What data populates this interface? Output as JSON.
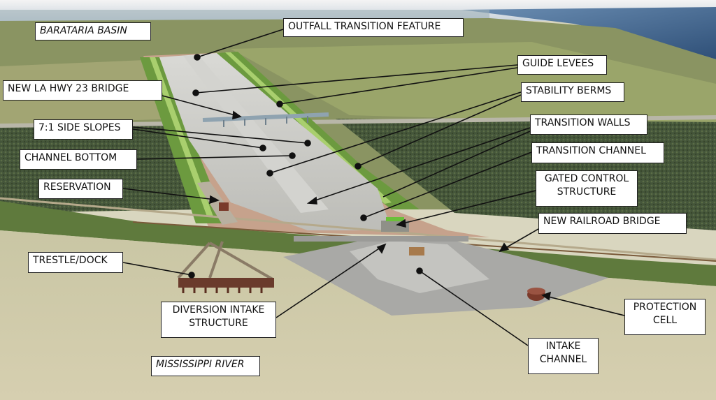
{
  "title": "",
  "colors": {
    "sky": "#7f93a8",
    "sea": "#3d5f86",
    "field_green": "#7f9052",
    "trees_dark": "#3e4e30",
    "channel_gray": "#c7c7c2",
    "levee_green": "#6f9a3e",
    "berm_pink": "#c9a08c",
    "river_sand": "#cfc9a9",
    "leader": "#111111"
  },
  "labels": {
    "barataria_basin": "BARATARIA BASIN",
    "outfall_transition_feature": "OUTFALL TRANSITION FEATURE",
    "guide_levees": "GUIDE LEVEES",
    "stability_berms": "STABILITY BERMS",
    "new_la_hwy_23_bridge": "NEW LA HWY 23 BRIDGE",
    "side_slopes": "7:1 SIDE SLOPES",
    "channel_bottom": "CHANNEL BOTTOM",
    "transition_walls": "TRANSITION WALLS",
    "transition_channel": "TRANSITION CHANNEL",
    "gated_control_structure": "GATED CONTROL\nSTRUCTURE",
    "reservation": "RESERVATION",
    "new_railroad_bridge": "NEW RAILROAD BRIDGE",
    "trestle_dock": "TRESTLE/DOCK",
    "diversion_intake_structure": "DIVERSION INTAKE\nSTRUCTURE",
    "protection_cell": "PROTECTION\nCELL",
    "intake_channel": "INTAKE\nCHANNEL",
    "mississippi_river": "MISSISSIPPI RIVER"
  }
}
